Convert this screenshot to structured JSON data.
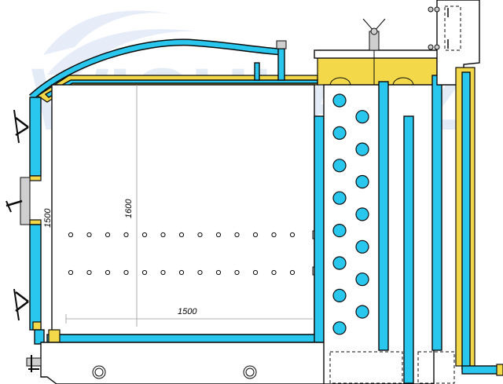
{
  "watermark": {
    "text": "WICHLACZ",
    "color": "#dfe8f6"
  },
  "dimensions": {
    "door_height": "1500",
    "chamber_height": "1600",
    "chamber_length": "1500"
  },
  "colors": {
    "water_jacket": "#29c7ee",
    "insulation": "#f3d84a",
    "outline": "#0b0b0b"
  },
  "components": {
    "air_holes_rows": 2,
    "air_holes_per_row": 13,
    "smoke_tubes": 15
  }
}
